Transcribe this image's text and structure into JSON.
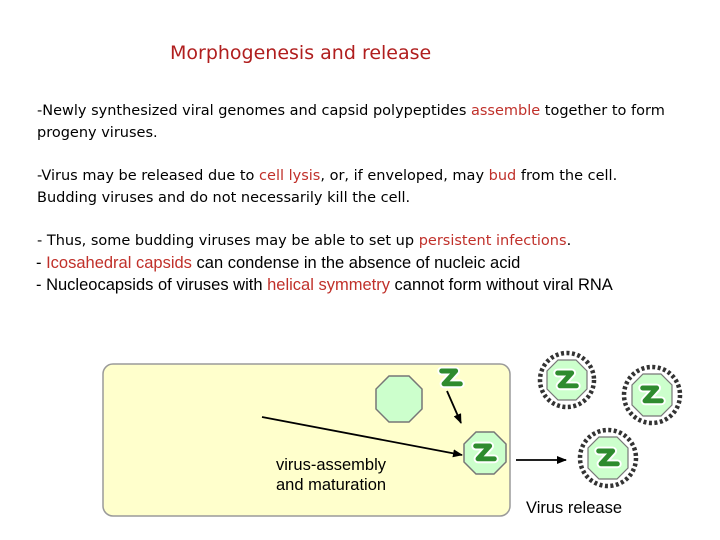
{
  "title": "Morphogenesis and release",
  "para1": {
    "line1_a": "-Newly synthesized viral genomes and capsid polypeptides ",
    "line1_red": "assemble",
    "line1_b": " together to form",
    "line2": "progeny viruses."
  },
  "para2": {
    "line1_a": "-Virus may be released due to ",
    "line1_red1": "cell lysis",
    "line1_b": ", or, if enveloped, may ",
    "line1_red2": "bud",
    "line1_c": " from the cell.",
    "line2": "Budding viruses and do not necessarily kill the cell."
  },
  "para3": {
    "a": "- Thus, some budding viruses may be able to set up ",
    "red": "persistent infections",
    "b": "."
  },
  "bullet1": {
    "a": "- ",
    "red": "Icosahedral capsids",
    "b": " can condense in the absence of nucleic acid"
  },
  "bullet2": {
    "a": "- Nucleocapsids of viruses with ",
    "red": "helical symmetry",
    "b": " cannot form without viral RNA"
  },
  "diagram": {
    "assembly_label_line1": "virus-assembly",
    "assembly_label_line2": "and maturation",
    "release_label": "Virus release",
    "colors": {
      "cell_fill": "#ffffcc",
      "capsid_fill": "#ccffcc",
      "genome_fill": "#2e8b2e",
      "text_red": "#c0302a",
      "title_red": "#b01e1e"
    },
    "icons": [
      "empty-capsid",
      "genome-strand",
      "nucleocapsid",
      "enveloped-virion"
    ]
  }
}
